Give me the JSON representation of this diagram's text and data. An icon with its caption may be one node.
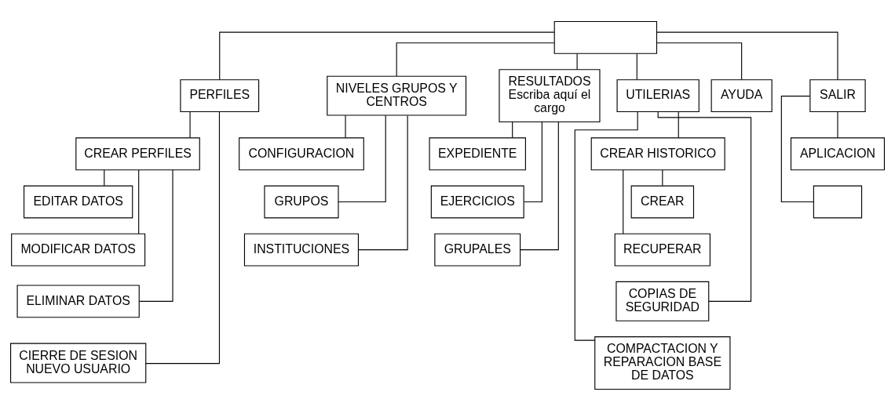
{
  "diagram": {
    "nodes": [
      {
        "text": [],
        "shape": "box"
      },
      {
        "text": [
          "PERFILES"
        ]
      },
      {
        "text": [
          "CREAR PERFILES"
        ]
      },
      {
        "text": [
          "EDITAR DATOS"
        ]
      },
      {
        "text": [
          "MODIFICAR DATOS"
        ]
      },
      {
        "text": [
          "ELIMINAR DATOS"
        ]
      },
      {
        "text": [
          "CIERRE DE SESION NUEVO USUARIO"
        ]
      },
      {
        "text": [
          "NIVELES GRUPOS Y CENTROS"
        ]
      },
      {
        "text": [
          "CONFIGURACION"
        ]
      },
      {
        "text": [
          "GRUPOS"
        ]
      },
      {
        "text": [
          "INSTITUCIONES"
        ]
      },
      {
        "text": [
          "RESULTADOS",
          "Escriba aquí el cargo"
        ]
      },
      {
        "text": [
          "EXPEDIENTE"
        ]
      },
      {
        "text": [
          "EJERCICIOS"
        ]
      },
      {
        "text": [
          "GRUPALES"
        ]
      },
      {
        "text": [
          "UTILERIAS"
        ]
      },
      {
        "text": [
          "CREAR HISTORICO"
        ]
      },
      {
        "text": [
          "CREAR"
        ]
      },
      {
        "text": [
          "RECUPERAR"
        ]
      },
      {
        "text": [
          "COPIAS DE SEGURIDAD"
        ]
      },
      {
        "text": [
          "COMPACTACION Y REPARACION BASE DE DATOS"
        ]
      },
      {
        "text": [
          "AYUDA"
        ]
      },
      {
        "text": [
          "SALIR"
        ]
      },
      {
        "text": [
          "APLICACION"
        ]
      },
      {
        "text": [],
        "shape": "box"
      }
    ],
    "edges": [
      {
        "from": 0,
        "to": 1,
        "arrow": "none"
      },
      {
        "from": 0,
        "to": 7,
        "arrow": "none"
      },
      {
        "from": 0,
        "to": 11,
        "arrow": "none"
      },
      {
        "from": 0,
        "to": 15,
        "arrow": "none"
      },
      {
        "from": 0,
        "to": 21,
        "arrow": "none"
      },
      {
        "from": 0,
        "to": 22,
        "arrow": "none"
      },
      {
        "from": 1,
        "to": 2,
        "arrow": "none"
      },
      {
        "from": 2,
        "to": 3,
        "arrow": "none"
      },
      {
        "from": 2,
        "to": 4,
        "arrow": "none"
      },
      {
        "from": 2,
        "to": 5,
        "arrow": "none"
      },
      {
        "from": 1,
        "to": 6,
        "arrow": "none"
      },
      {
        "from": 7,
        "to": 8,
        "arrow": "none"
      },
      {
        "from": 7,
        "to": 9,
        "arrow": "none"
      },
      {
        "from": 7,
        "to": 10,
        "arrow": "none"
      },
      {
        "from": 11,
        "to": 12,
        "arrow": "none"
      },
      {
        "from": 11,
        "to": 13,
        "arrow": "none"
      },
      {
        "from": 11,
        "to": 14,
        "arrow": "none"
      },
      {
        "from": 15,
        "to": 16,
        "arrow": "none"
      },
      {
        "from": 16,
        "to": 17,
        "arrow": "none"
      },
      {
        "from": 16,
        "to": 18,
        "arrow": "none"
      },
      {
        "from": 15,
        "to": 19,
        "arrow": "none"
      },
      {
        "from": 15,
        "to": 20,
        "arrow": "none"
      },
      {
        "from": 22,
        "to": 23,
        "arrow": "none"
      },
      {
        "from": 22,
        "to": 24,
        "arrow": "none"
      }
    ]
  }
}
